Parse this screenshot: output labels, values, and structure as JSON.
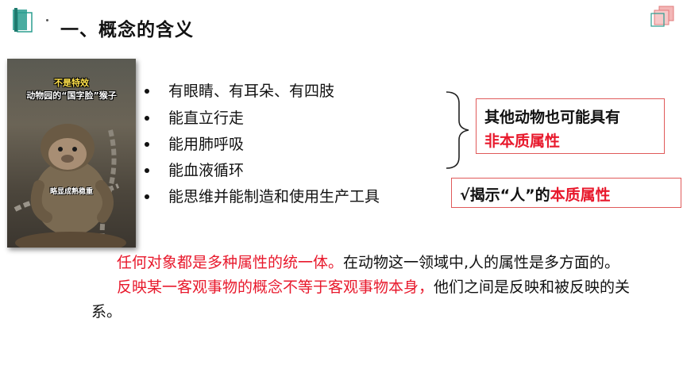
{
  "slide": {
    "title": "一、概念的含义"
  },
  "photo": {
    "caption_top": "不是特效",
    "caption_main": "动物园的“国字脸”猴子",
    "caption_bottom": "略显成熟稳重"
  },
  "bullets": [
    "有眼睛、有耳朵、有四肢",
    "能直立行走",
    "能用肺呼吸",
    "能血液循环",
    "能思维并能制造和使用生产工具"
  ],
  "callout_nonessential": {
    "line1": "其他动物也可能具有",
    "line2": "非本质属性"
  },
  "callout_essential": {
    "prefix": "√揭示“人”的",
    "highlight": "本质属性"
  },
  "paragraph1": {
    "highlight": "任何对象都是多种属性的统一体。",
    "rest": "在动物这一领域中,人的属性是多方面的。"
  },
  "paragraph2": {
    "highlight": "反映某一客观事物的概念不等于客观事物本身，",
    "rest": "他们之间是反映和被反映的关系。"
  },
  "colors": {
    "accent_red": "#e8192c",
    "box_border": "#e05a5a",
    "deco_teal": "#2a9d8f",
    "deco_pink": "#e07b7b"
  }
}
